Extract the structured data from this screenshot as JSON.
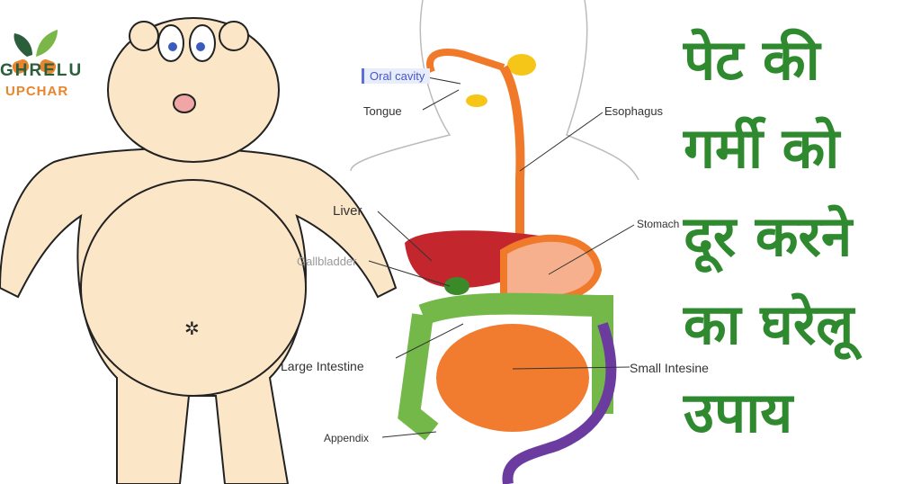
{
  "logo": {
    "line1": "GHRELU",
    "line2": "UPCHAR"
  },
  "diagram": {
    "labels": {
      "oral_cavity": "Oral cavity",
      "tongue": "Tongue",
      "esophagus": "Esophagus",
      "liver": "Liver",
      "gallbladder": "Gallbladder",
      "stomach": "Stomach",
      "large_intestine": "Large Intestine",
      "small_intestine": "Small Intesine",
      "appendix": "Appendix"
    }
  },
  "title": {
    "lines": [
      "पेट की",
      "गर्मी को",
      "दूर करने",
      "का घरेलू",
      "उपाय"
    ]
  },
  "colors": {
    "title": "#2f8a2f",
    "logo_green": "#2b5e3a",
    "logo_orange": "#e8852e"
  }
}
